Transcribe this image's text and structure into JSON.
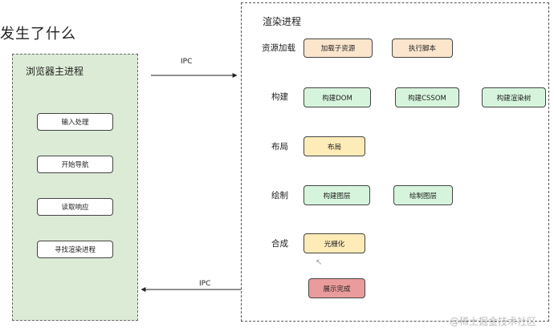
{
  "heading": "发生了什么",
  "browser_process": {
    "title": "浏览器主进程",
    "steps": [
      "输入处理",
      "开始导航",
      "读取响应",
      "寻找渲染进程"
    ]
  },
  "render_process": {
    "title": "渲染进程",
    "stages": [
      "资源加载",
      "构建",
      "布局",
      "绘制",
      "合成"
    ],
    "nodes": {
      "load_subresources": "加载子资源",
      "execute_script": "执行脚本",
      "build_dom": "构建DOM",
      "build_cssom": "构建CSSOM",
      "build_render_tree": "构建渲染树",
      "layout": "布局",
      "build_layers": "构建图层",
      "paint_layers": "绘制图层",
      "rasterize": "光栅化",
      "display_complete": "展示完成"
    }
  },
  "edges": {
    "ipc_to_render": "IPC",
    "ipc_to_browser": "IPC"
  },
  "colors": {
    "browser_bg": "#dcebd6",
    "tan": "#fbe5cc",
    "green": "#d6f4dc",
    "yellow": "#fdebb8",
    "red": "#ea9b9b"
  },
  "watermark": "@稀土掘金技术社区"
}
